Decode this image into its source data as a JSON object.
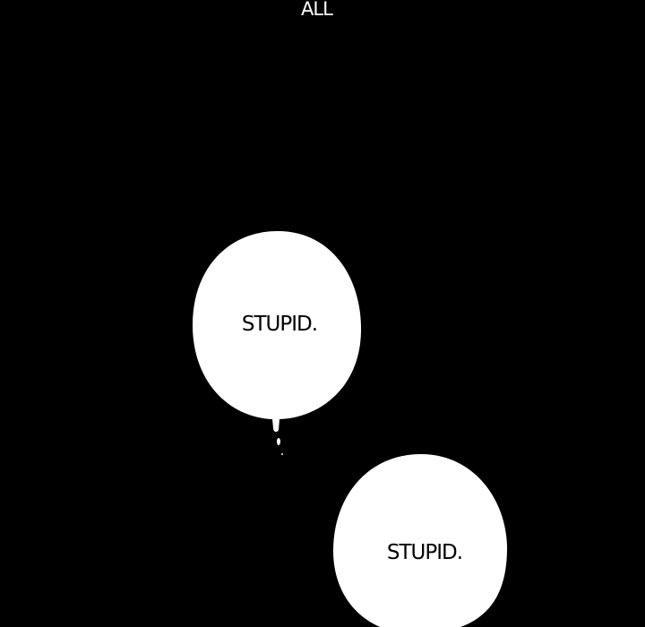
{
  "caption": "ALL",
  "bubbles": [
    {
      "text": "STUPID."
    },
    {
      "text": "STUPID."
    }
  ],
  "colors": {
    "background": "#000000",
    "bubble": "#ffffff",
    "text": "#000000"
  }
}
